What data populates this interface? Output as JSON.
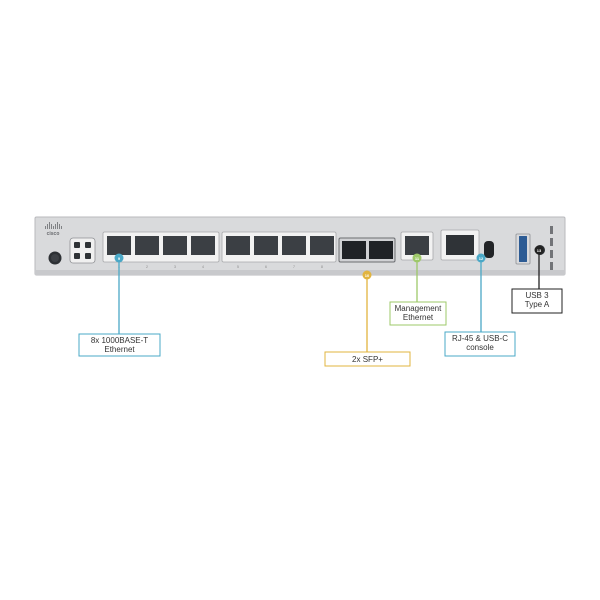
{
  "device": {
    "brand_logo": "cisco",
    "model_label": "",
    "colors": {
      "chassis": "#d9dadc",
      "chassis_edge": "#b9babd",
      "port_frame": "#f2f2f2",
      "port_hole": "#3b3f44"
    }
  },
  "callouts": [
    {
      "id": "ethernet",
      "lines": [
        "8x 1000BASE-T",
        "Ethernet"
      ],
      "color": "#4aa8c7",
      "marker": "9"
    },
    {
      "id": "sfp",
      "lines": [
        "2x SFP+"
      ],
      "color": "#e1b43f",
      "marker": "10"
    },
    {
      "id": "management",
      "lines": [
        "Management",
        "Ethernet"
      ],
      "color": "#9ec86a",
      "marker": "11"
    },
    {
      "id": "console",
      "lines": [
        "RJ-45 & USB-C",
        "console"
      ],
      "color": "#4aa8c7",
      "marker": "12"
    },
    {
      "id": "usb",
      "lines": [
        "USB 3",
        "Type A"
      ],
      "color": "#222222",
      "marker": "13"
    }
  ]
}
